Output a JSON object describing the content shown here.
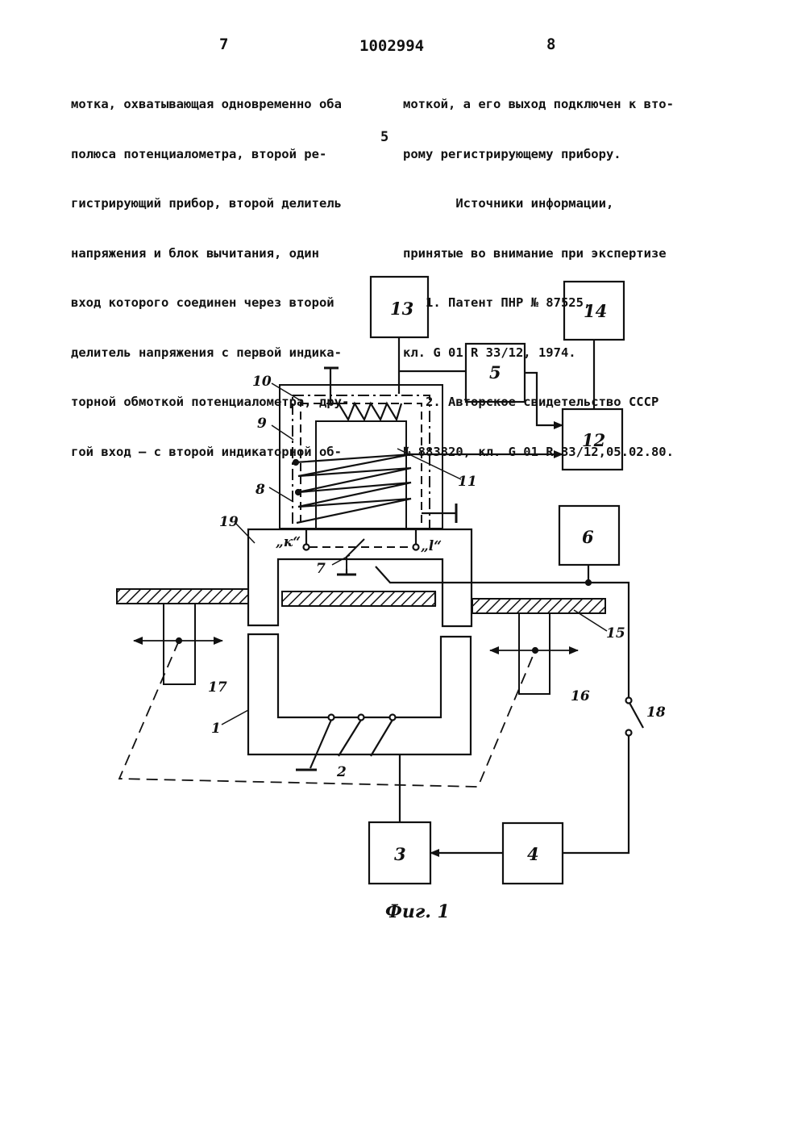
{
  "header": {
    "page_left": "7",
    "patent_number": "1002994",
    "page_right": "8"
  },
  "left_column": [
    "мотка, охватывающая одновременно оба",
    "полюса потенциалометра, второй ре-",
    "гистрирующий прибор, второй делитель",
    "напряжения и блок вычитания, один",
    "вход которого соединен через второй",
    "делитель напряжения с первой индика-",
    "торной обмоткой потенциалометра, дру-",
    "гой вход – с второй индикаторной об-"
  ],
  "line_number": "5",
  "right_column": [
    "моткой, а его выход подключен к вто-",
    "рому регистрирующему прибору.",
    "       Источники информации,",
    "принятые во внимание при экспертизе",
    "   1. Патент ПНР № 87525,",
    "кл. G 01 R 33/12, 1974.",
    "   2. Авторское свидетельство СССР",
    "№ 883820, кл. G 01 R 33/12,05.02.80."
  ],
  "figure": {
    "blocks": {
      "b13": "13",
      "b14": "14",
      "b5": "5",
      "b12": "12",
      "b6": "6",
      "b3": "3",
      "b4": "4"
    },
    "labels": {
      "l10": "10",
      "l9": "9",
      "l8": "8",
      "l11": "11",
      "l19": "19",
      "l7": "7",
      "l15": "15",
      "l17": "17",
      "l16": "16",
      "l18": "18",
      "l1": "1",
      "l2": "2",
      "pole_k": "„к“",
      "pole_l": "„l“"
    },
    "caption": "Фиг. 1"
  }
}
